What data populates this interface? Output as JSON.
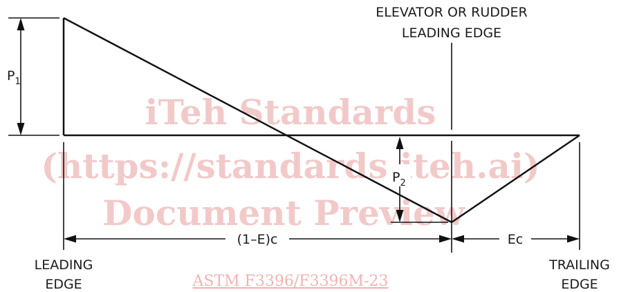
{
  "labels": {
    "p1": "P",
    "p1_sub": "1",
    "p2": "P",
    "p2_sub": "2",
    "elevator_line1": "ELEVATOR OR RUDDER",
    "elevator_line2": "LEADING EDGE",
    "dim_left": "(1–E)c",
    "dim_right": "Ec",
    "leading_line1": "LEADING",
    "leading_line2": "EDGE",
    "trailing_line1": "TRAILING",
    "trailing_line2": "EDGE"
  },
  "watermark": {
    "line1": "iTeh Standards",
    "line2": "(https://standards.iteh.ai)",
    "line3": "Document Preview",
    "link": "ASTM F3396/F3396M-23"
  },
  "colors": {
    "line": "#111111",
    "text": "#1a1a1a",
    "watermark": "#f2c9c9",
    "watermark_link": "#f0b3b3"
  }
}
